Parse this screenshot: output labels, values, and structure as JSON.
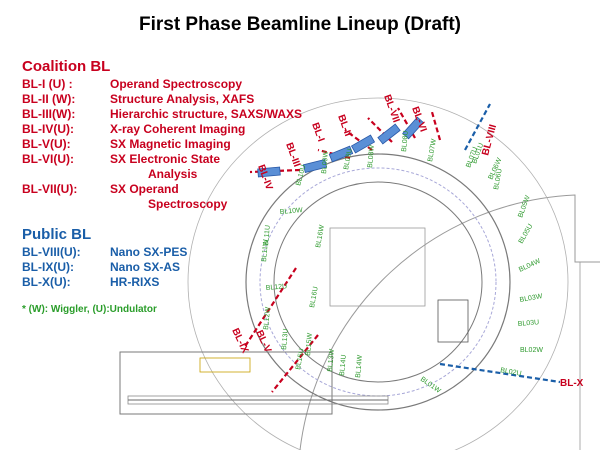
{
  "title": "First Phase Beamline Lineup (Draft)",
  "coalition": {
    "heading": "Coalition BL",
    "color": "#c8001e",
    "items": [
      {
        "code": "BL-I (U) :",
        "desc": "Operand Spectroscopy"
      },
      {
        "code": "BL-II (W):",
        "desc": "Structure Analysis, XAFS"
      },
      {
        "code": "BL-III(W):",
        "desc": "Hierarchic structure, SAXS/WAXS"
      },
      {
        "code": "BL-IV(U):",
        "desc": "X-ray Coherent Imaging"
      },
      {
        "code": "BL-V(U):",
        "desc": "SX Magnetic Imaging"
      },
      {
        "code": "BL-VI(U):",
        "desc": "SX Electronic State",
        "desc2": "Analysis"
      },
      {
        "code": "BL-VII(U):",
        "desc": "SX Operand",
        "desc2": "Spectroscopy"
      }
    ]
  },
  "public": {
    "heading": "Public BL",
    "color": "#1a5ea8",
    "items": [
      {
        "code": "BL-VIII(U):",
        "desc": "Nano SX-PES"
      },
      {
        "code": "BL-IX(U):",
        "desc": "Nano SX-AS"
      },
      {
        "code": "BL-X(U):",
        "desc": "HR-RIXS"
      }
    ]
  },
  "note": "* (W): Wiggler,  (U):Undulator",
  "plan": {
    "roman_labels": [
      "BL-I",
      "BL-II",
      "BL-III",
      "BL-IV",
      "BL-V",
      "BL-VI",
      "BL-VII",
      "BL-VIII",
      "BL-IX",
      "BL-X"
    ],
    "port_labels": [
      "BL01W",
      "BL02U",
      "BL02W",
      "BL03U",
      "BL03W",
      "BL04W",
      "BL05U",
      "BL05W",
      "BL06U",
      "BL06W",
      "BL07U",
      "BL07W",
      "BL08U",
      "BL08W",
      "BL09U",
      "BL09W",
      "BL10U",
      "BL10W",
      "BL11U",
      "BL11W",
      "BL12U",
      "BL12W",
      "BL13U",
      "BL13W",
      "BL14U",
      "BL14W",
      "BL15U",
      "BL15W",
      "BL16U",
      "BL16W",
      "BL01U"
    ]
  }
}
